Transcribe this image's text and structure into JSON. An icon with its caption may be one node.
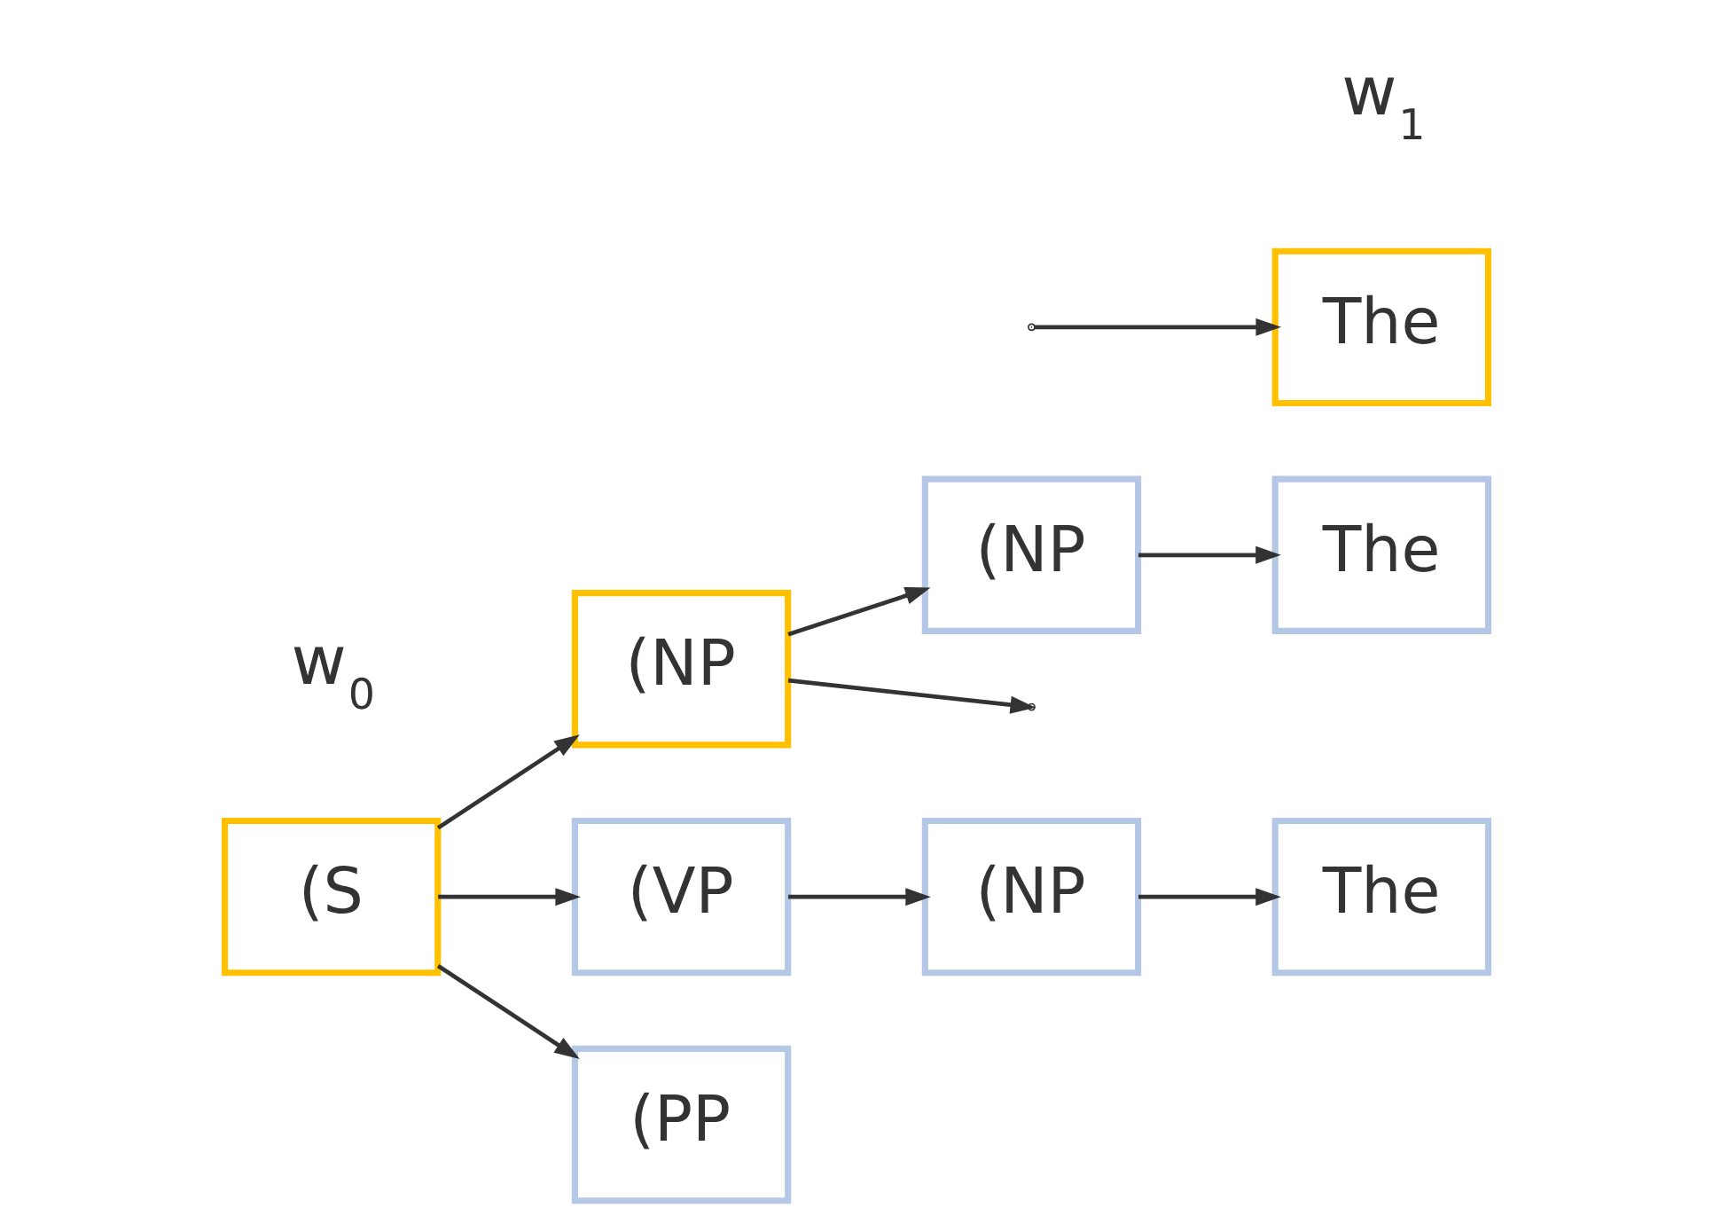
{
  "diagram": {
    "nodes": [
      {
        "text": [
          "(S"
        ]
      },
      {
        "text": [
          "(NP"
        ]
      },
      {
        "text": [
          "(VP"
        ]
      },
      {
        "text": [
          "(PP"
        ]
      },
      {
        "text": [
          "(NP"
        ]
      },
      {
        "text": [
          "(NP"
        ]
      },
      {
        "text": [
          "The"
        ]
      },
      {
        "text": [
          "The"
        ]
      },
      {
        "text": [
          "The"
        ]
      }
    ],
    "edges": [
      {
        "from": 0,
        "to": 1,
        "arrow": "to"
      },
      {
        "from": 0,
        "to": 2,
        "arrow": "to"
      },
      {
        "from": 0,
        "to": 3,
        "arrow": "to"
      },
      {
        "from": 1,
        "to": 4,
        "arrow": "to"
      },
      {
        "from": 1,
        "to": null,
        "arrow": "to"
      },
      {
        "from": 2,
        "to": 5,
        "arrow": "to"
      },
      {
        "from": 4,
        "to": 6,
        "arrow": "to"
      },
      {
        "from": null,
        "to": 7,
        "arrow": "to"
      },
      {
        "from": 5,
        "to": 8,
        "arrow": "to"
      }
    ],
    "labels": [
      "w$_{0}$",
      "w$_{1}$"
    ]
  }
}
